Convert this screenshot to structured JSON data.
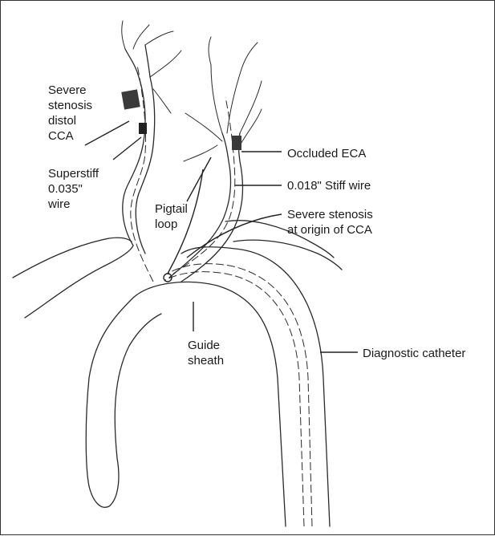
{
  "labels": {
    "severe_distal": "Severe\nstenosis\ndistol\nCCA",
    "superstiff": "Superstiff\n0.035\"\nwire",
    "pigtail": "Pigtail\nloop",
    "occluded_eca": "Occluded ECA",
    "stiff_wire": "0.018\" Stiff wire",
    "severe_origin": "Severe stenosis\nat origin of CCA",
    "guide_sheath": "Guide\nsheath",
    "diagnostic": "Diagnostic catheter"
  },
  "colors": {
    "ink": "#2a2a2a",
    "stenosis_fill": "#3a3a3a"
  }
}
